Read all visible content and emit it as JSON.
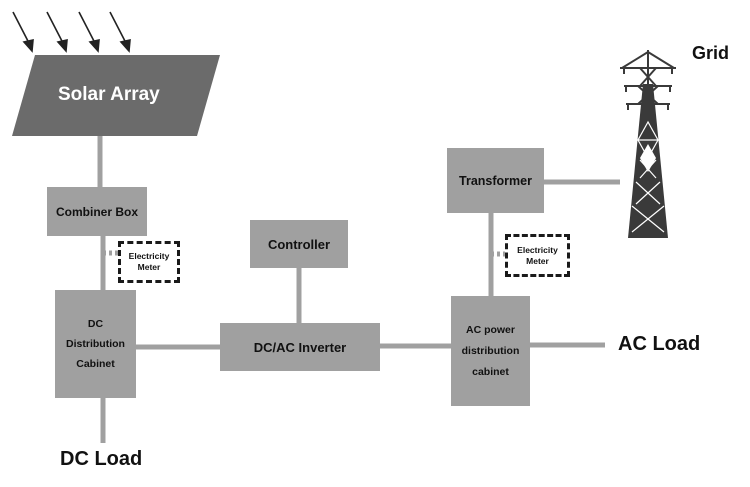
{
  "diagram": {
    "solar_array": "Solar Array",
    "combiner_box": "Combiner Box",
    "electricity_meter_dc": [
      "Electricity",
      "Meter"
    ],
    "dc_cabinet": [
      "DC",
      "Distribution",
      "Cabinet"
    ],
    "controller": "Controller",
    "inverter": "DC/AC Inverter",
    "transformer": "Transformer",
    "electricity_meter_ac": [
      "Electricity",
      "Meter"
    ],
    "ac_cabinet": [
      "AC power",
      "distribution",
      "cabinet"
    ],
    "grid": "Grid",
    "ac_load": "AC Load",
    "dc_load": "DC Load"
  },
  "colors": {
    "box_fill": "#a0a0a0",
    "array_fill": "#6b6b6b",
    "line": "#a0a0a0",
    "tower": "#3a3a3a"
  },
  "icons": [
    "sunlight-arrow-icon",
    "transmission-tower-icon"
  ]
}
